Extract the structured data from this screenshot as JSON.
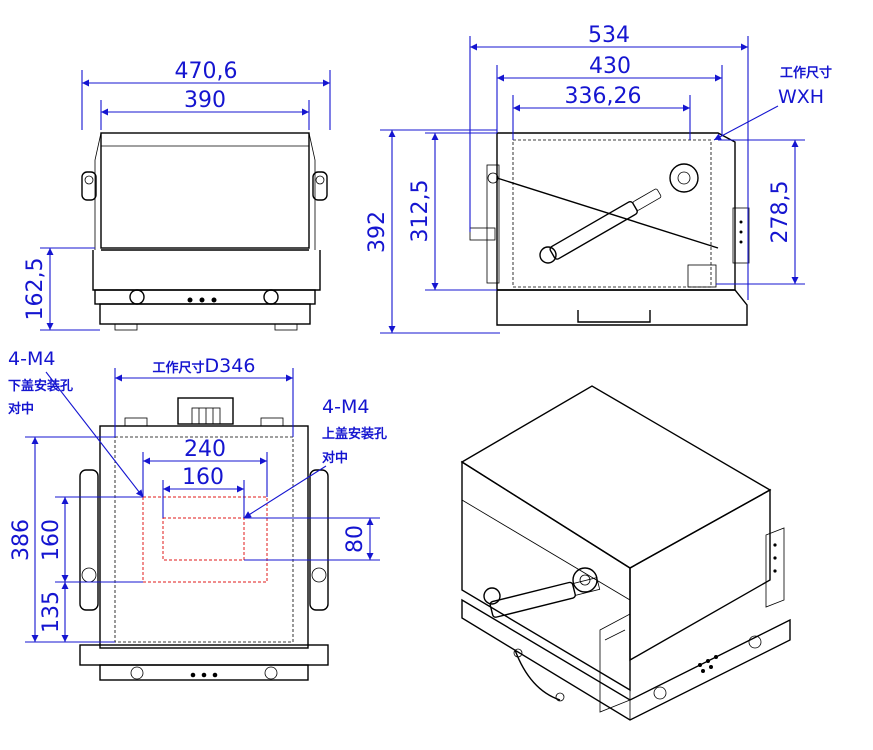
{
  "colors": {
    "dimension": "#1515d0",
    "outline": "#000000",
    "mounting_rect": "#e01818"
  },
  "front_view": {
    "width_outer": "470,6",
    "width_inner": "390",
    "height_mount": "162,5"
  },
  "side_view": {
    "total_width": "534",
    "width_430": "430",
    "width_336": "336,26",
    "height_392": "392",
    "height_312": "312,5",
    "height_278": "278,5",
    "work_size_label": "工作尺寸",
    "work_size_dims": "WXH"
  },
  "top_view": {
    "bottom_holes_count": "4-M4",
    "bottom_holes_desc": "下盖安装孔",
    "bottom_holes_center": "对中",
    "top_holes_count": "4-M4",
    "top_holes_desc": "上盖安装孔",
    "top_holes_center": "对中",
    "work_depth_prefix": "工作尺寸",
    "work_depth_value": "D346",
    "width_240": "240",
    "width_160": "160",
    "height_386": "386",
    "height_160": "160",
    "height_135": "135",
    "height_80": "80"
  }
}
